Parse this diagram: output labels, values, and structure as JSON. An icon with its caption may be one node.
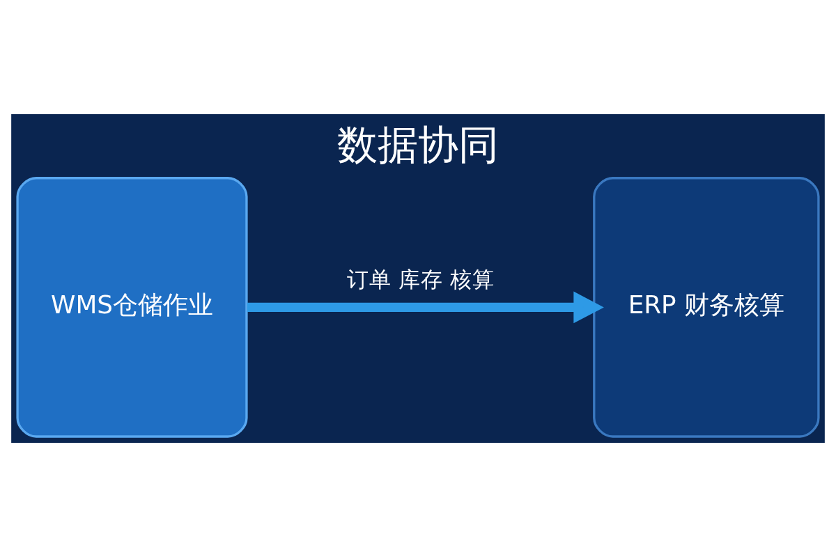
{
  "diagram": {
    "title": "数据协同",
    "nodes": [
      {
        "text": [
          "WMS仓储作业"
        ]
      },
      {
        "text": [
          "ERP 财务核算"
        ]
      }
    ],
    "edges": [
      {
        "from": 0,
        "to": 1,
        "arrow": "to",
        "label": "订单 库存 核算"
      }
    ]
  }
}
